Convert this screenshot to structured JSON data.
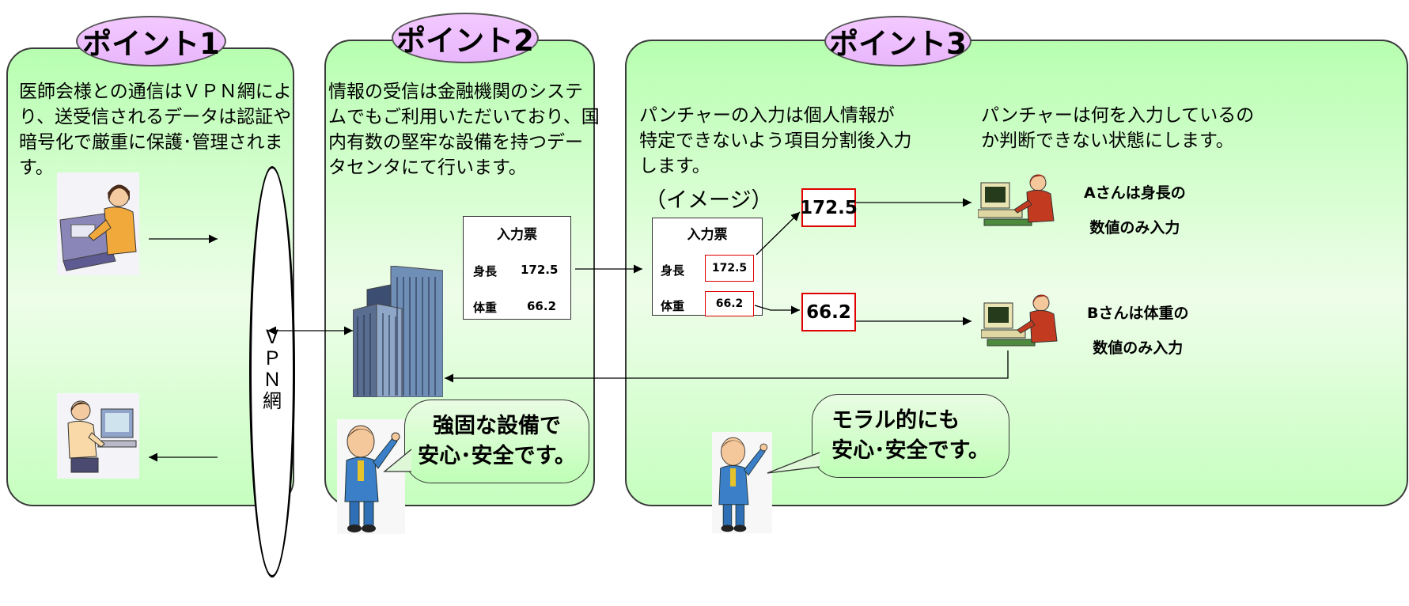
{
  "point1": {
    "badge": "ポイント1",
    "text": "医師会様との通信はＶＰＮ網によ\nり、送受信されるデータは認証や\n暗号化で厳重に保護･管理されま\nす。",
    "vpn_label": "Ｖ\nＰ\nＮ\n網"
  },
  "point2": {
    "badge": "ポイント2",
    "text": "情報の受信は金融機関のシステ\nムでもご利用いただいており、国\n内有数の堅牢な設備を持つデー\nタセンタにて行います。",
    "form": {
      "title": "入力票",
      "rows": [
        {
          "label": "身長",
          "value": "172.5"
        },
        {
          "label": "体重",
          "value": "66.2"
        }
      ]
    },
    "bubble": "強固な設備で\n安心･安全です。"
  },
  "point3": {
    "badge": "ポイント3",
    "text_left": "パンチャーの入力は個人情報が\n特定できないよう項目分割後入力\nします。",
    "text_right": "パンチャーは何を入力しているの\nか判断できない状態にします。",
    "image_label": "（イメージ）",
    "form": {
      "title": "入力票",
      "rows": [
        {
          "label": "身長",
          "value": "172.5"
        },
        {
          "label": "体重",
          "value": "66.2"
        }
      ]
    },
    "split_values": [
      "172.5",
      "66.2"
    ],
    "note_a": "Aさんは身長の\n数値のみ入力",
    "note_b": "Bさんは体重の\n数値のみ入力",
    "bubble": "モラル的にも\n安心･安全です。"
  }
}
